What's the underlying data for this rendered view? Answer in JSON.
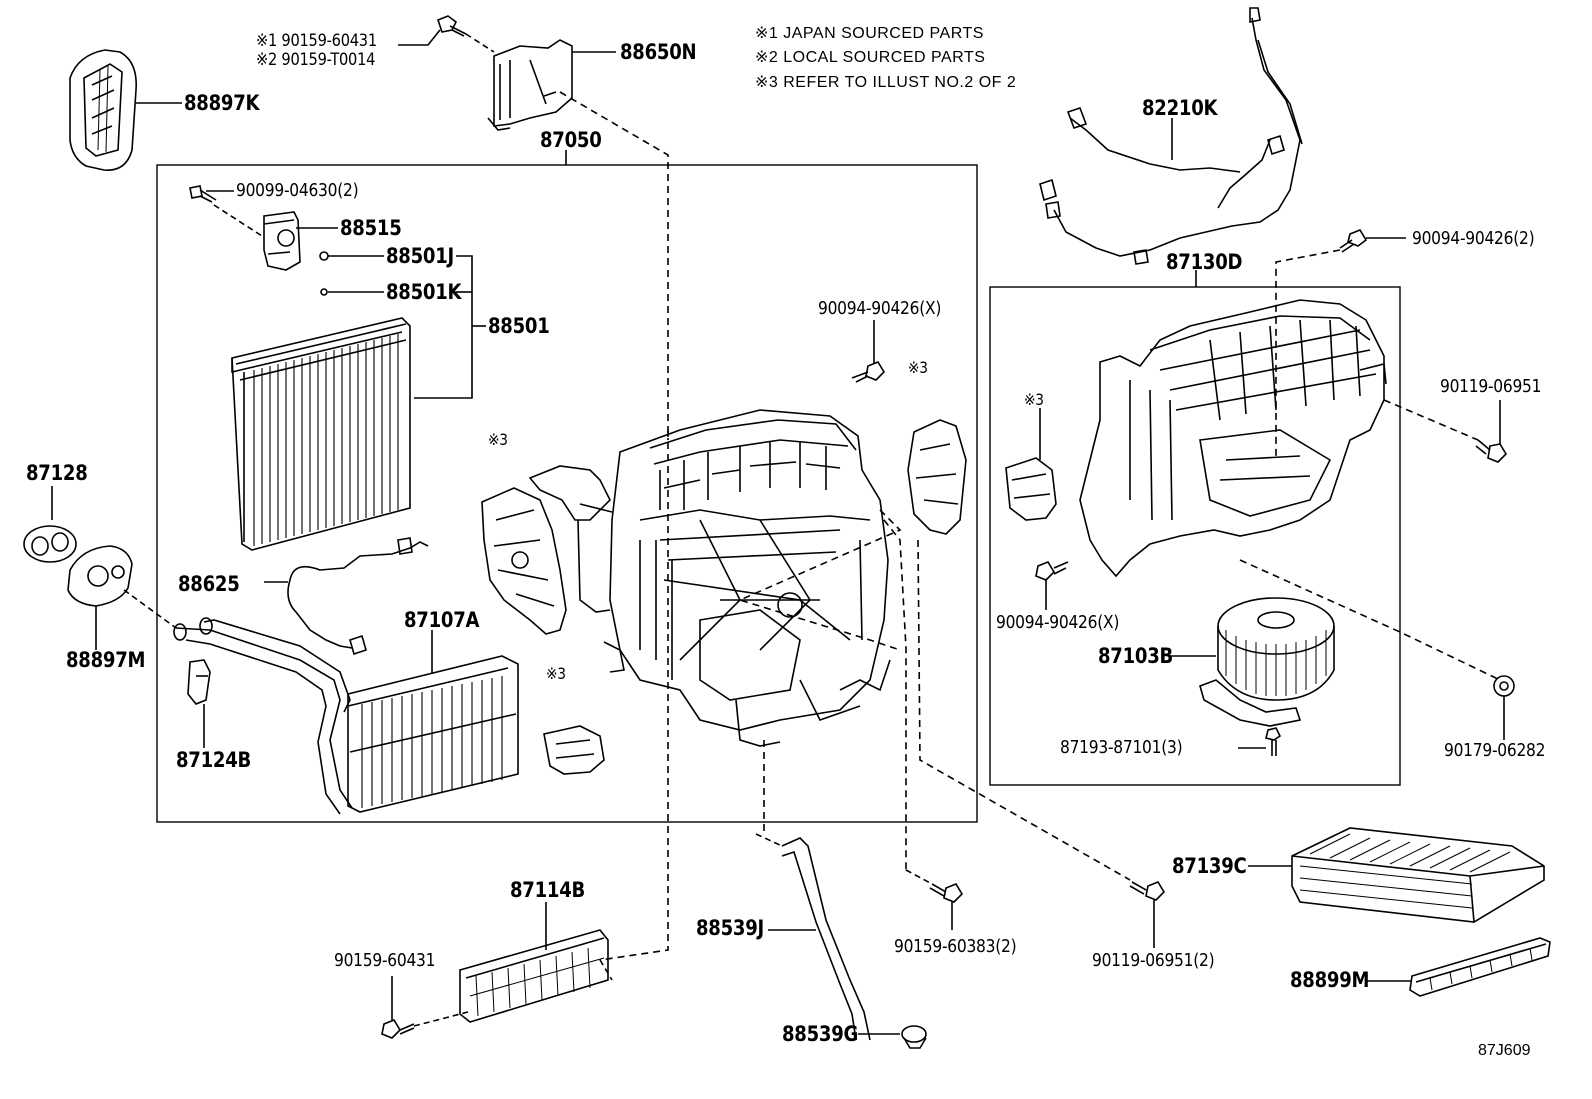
{
  "notes": [
    "※1 JAPAN SOURCED PARTS",
    "※2 LOCAL SOURCED PARTS",
    "※3 REFER TO ILLUST NO.2 OF 2"
  ],
  "diagram_code": "87J609",
  "parts": {
    "p_90159_60431_j": "※1 90159-60431",
    "p_90159_T0014": "※2 90159-T0014",
    "p_88650N": "88650N",
    "p_88897K": "88897K",
    "p_87050": "87050",
    "p_90099_04630": "90099-04630(2)",
    "p_88515": "88515",
    "p_88501J": "88501J",
    "p_88501K": "88501K",
    "p_88501": "88501",
    "p_90094_90426_x_a": "90094-90426(X)",
    "p_ref3_a": "※3",
    "p_ref3_b": "※3",
    "p_ref3_c": "※3",
    "p_ref3_d": "※3",
    "p_87128": "87128",
    "p_88897M": "88897M",
    "p_88625": "88625",
    "p_87107A": "87107A",
    "p_87124B": "87124B",
    "p_82210K": "82210K",
    "p_90094_90426_2": "90094-90426(2)",
    "p_87130D": "87130D",
    "p_90119_06951": "90119-06951",
    "p_90094_90426_x_b": "90094-90426(X)",
    "p_87103B": "87103B",
    "p_90179_06282": "90179-06282",
    "p_87193_87101": "87193-87101(3)",
    "p_87139C": "87139C",
    "p_88899M": "88899M",
    "p_87114B": "87114B",
    "p_90159_60431": "90159-60431",
    "p_88539J": "88539J",
    "p_88539G": "88539G",
    "p_90159_60383": "90159-60383(2)",
    "p_90119_06951_2": "90119-06951(2)"
  }
}
